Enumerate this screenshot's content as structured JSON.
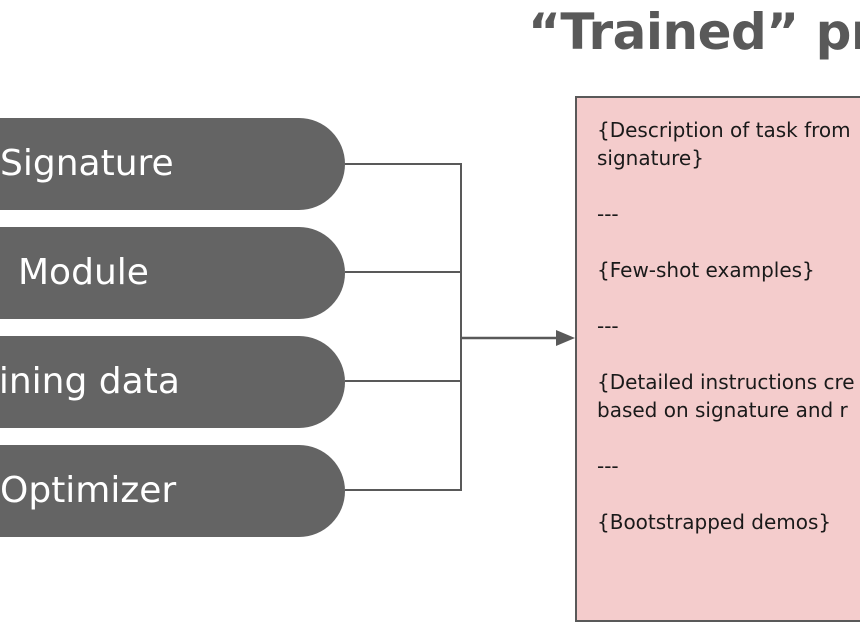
{
  "title": "“Trained” pr",
  "inputs": [
    {
      "label": "Signature"
    },
    {
      "label": "Module"
    },
    {
      "label": "raining data"
    },
    {
      "label": "Optimizer"
    }
  ],
  "prompt": {
    "lines": [
      "{Description of task from",
      "signature}",
      "---",
      "{Few-shot examples}",
      "---",
      "{Detailed instructions cre",
      "based on signature and r",
      "---",
      "{Bootstrapped demos}"
    ]
  },
  "colors": {
    "pill": "#646464",
    "prompt_fill": "#f4cccc",
    "line": "#595959",
    "title": "#595959"
  }
}
